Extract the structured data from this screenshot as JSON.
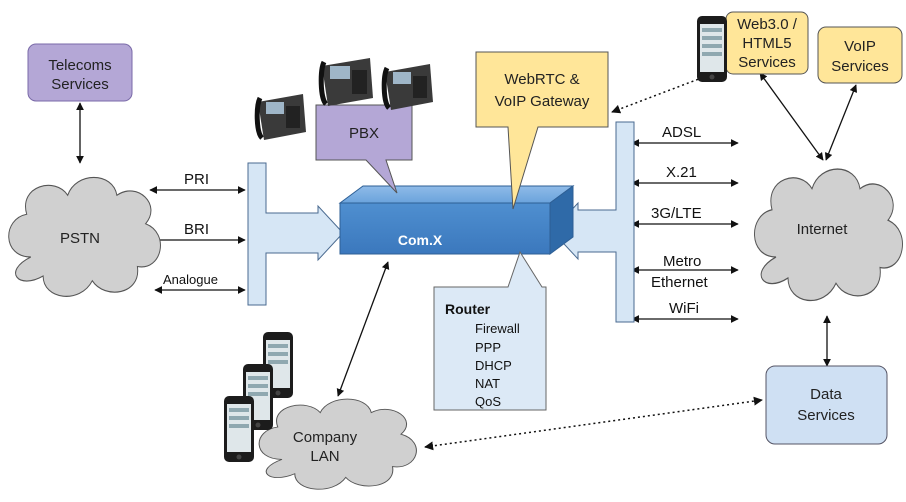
{
  "diagram": {
    "nodes": {
      "telecoms": {
        "line1": "Telecoms",
        "line2": "Services"
      },
      "pstn": "PSTN",
      "pbx": "PBX",
      "gateway": {
        "line1": "WebRTC &",
        "line2": "VoIP Gateway"
      },
      "comx": "Com.X",
      "web3": {
        "line1": "Web3.0 /",
        "line2": "HTML5",
        "line3": "Services"
      },
      "voip": {
        "line1": "VoIP",
        "line2": "Services"
      },
      "internet": "Internet",
      "data_services": {
        "line1": "Data",
        "line2": "Services"
      },
      "company_lan": {
        "line1": "Company",
        "line2": "LAN"
      }
    },
    "router": {
      "title": "Router",
      "features": [
        "Firewall",
        "PPP",
        "DHCP",
        "NAT",
        "QoS"
      ]
    },
    "pstn_links": [
      "PRI",
      "BRI",
      "Analogue"
    ],
    "wan_links": [
      "ADSL",
      "X.21",
      "3G/LTE",
      "Metro",
      "Ethernet",
      "WiFi"
    ]
  },
  "colors": {
    "telecoms_fill": "#b4a7d6",
    "pbx_fill": "#b4a7d6",
    "gateway_fill": "#ffe699",
    "voip_fill": "#ffe699",
    "web3_fill": "#ffe699",
    "comx_fill": "#5b9bd5",
    "bus_fill": "#d6e6f5",
    "router_fill": "#dce9f6",
    "data_fill": "#cfe0f3",
    "cloud_fill": "#d0d0d0"
  },
  "icons": [
    "desk-phone-icon",
    "smartphone-icon"
  ]
}
